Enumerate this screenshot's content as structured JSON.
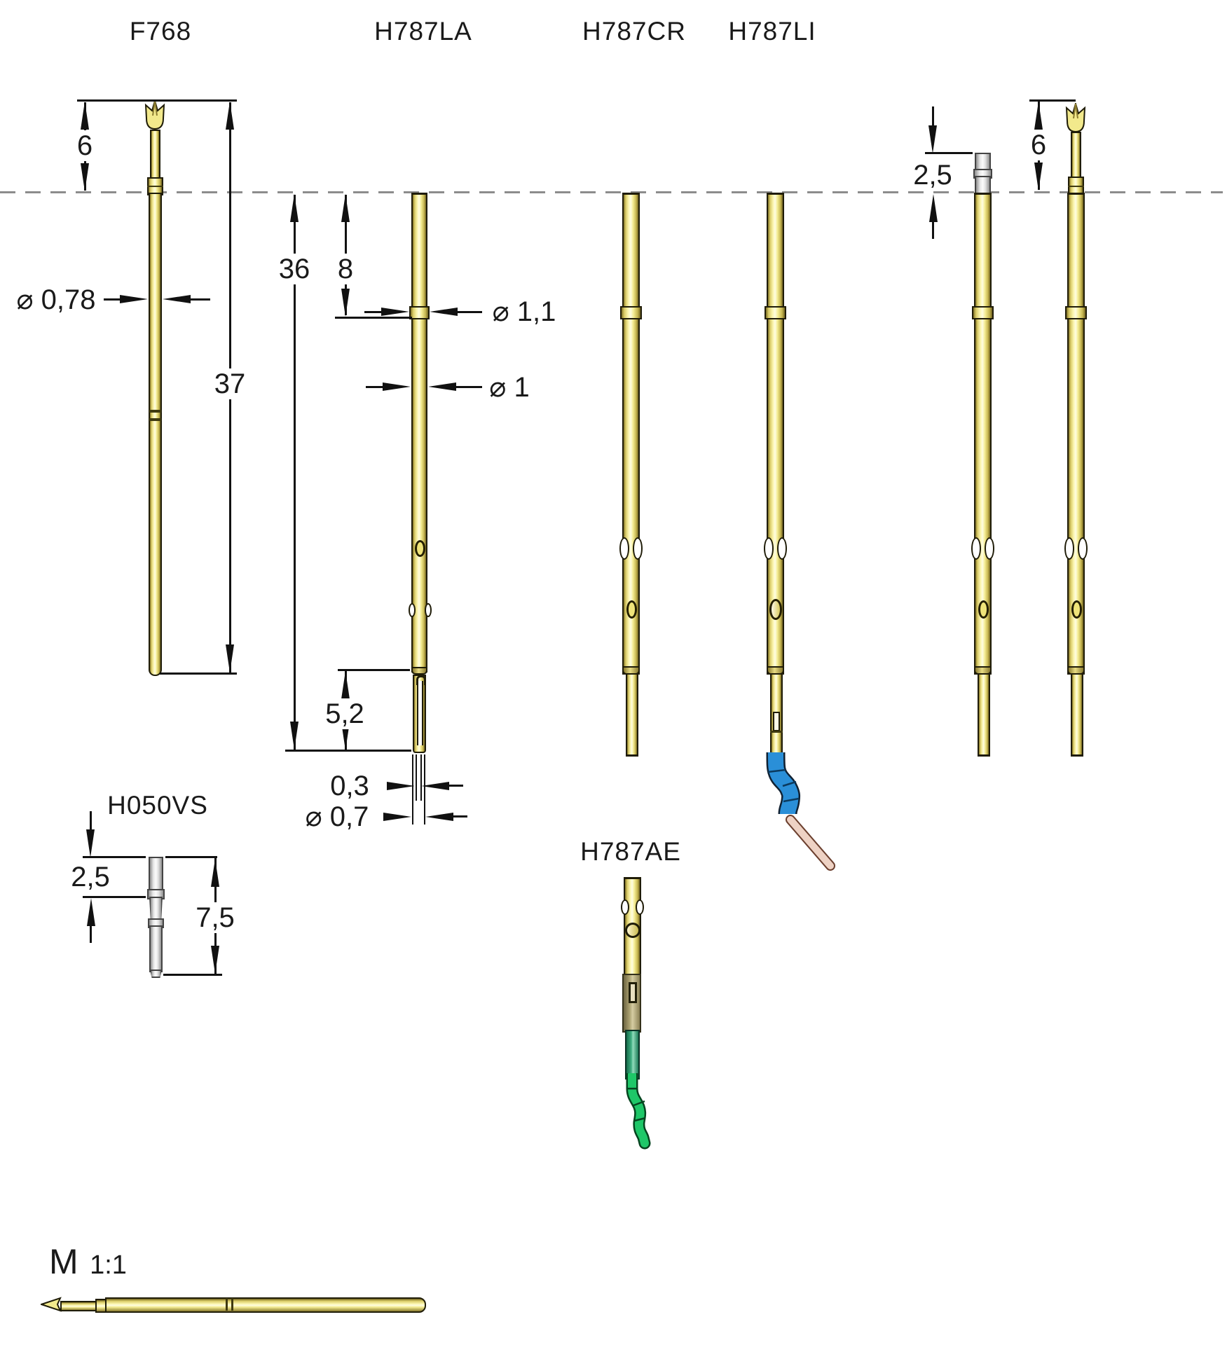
{
  "drawing_type": "technical drawing of spring test probes and receptacles",
  "labels": {
    "f768": "F768",
    "h787la": "H787LA",
    "h787cr": "H787CR",
    "h787li": "H787LI",
    "h050vs": "H050VS",
    "h787ae": "H787AE"
  },
  "scale": {
    "m": "M",
    "ratio": "1:1"
  },
  "dims": {
    "f768_tip_above_plane": "6",
    "f768_total_length": "37",
    "f768_plunger_dia": "⌀ 0,78",
    "la_length_below_plane": "36",
    "la_top_to_collar": "8",
    "la_collar_dia": "⌀ 1,1",
    "la_barrel_dia": "⌀ 1",
    "la_fork_length": "5,2",
    "la_slot_width": "0,3",
    "la_tip_dia": "⌀ 0,7",
    "receptacle_above_plane": "2,5",
    "crown_above_plane": "6",
    "h050_top_section": "2,5",
    "h050_total_length": "7,5"
  },
  "colors": {
    "brass_light": "#fbf5ae",
    "brass_dark": "#7e6f26",
    "outline": "#1f1c08",
    "dashed_plane": "#8c8c8c",
    "dimension_ink": "#111111",
    "receptacle_grey": "#e8e8e8",
    "elbow_blue": "#2a8fd8",
    "wire_copper": "#eed2c4",
    "sleeve_olive": "#a89e6e",
    "sleeve_teal": "#3fae81",
    "wire_green": "#1ec768"
  }
}
